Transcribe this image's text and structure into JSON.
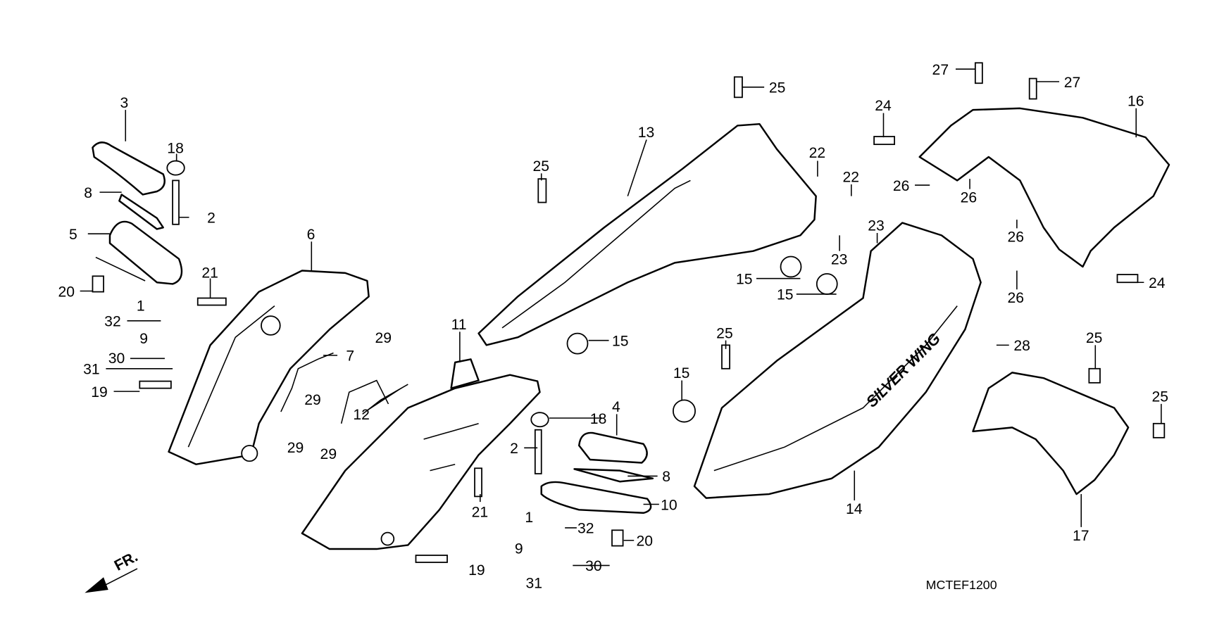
{
  "diagram": {
    "code": "MCTEF1200",
    "direction_label": "FR.",
    "callouts": [
      "3",
      "18",
      "8",
      "2",
      "5",
      "20",
      "21",
      "1",
      "32",
      "9",
      "30",
      "31",
      "19",
      "6",
      "7",
      "29",
      "29",
      "12",
      "29",
      "29",
      "11",
      "18",
      "4",
      "2",
      "21",
      "8",
      "10",
      "1",
      "32",
      "20",
      "9",
      "19",
      "30",
      "31",
      "13",
      "25",
      "25",
      "15",
      "15",
      "15",
      "15",
      "25",
      "22",
      "22",
      "23",
      "23",
      "24",
      "27",
      "27",
      "16",
      "26",
      "26",
      "26",
      "26",
      "24",
      "28",
      "25",
      "25",
      "17",
      "14"
    ]
  }
}
